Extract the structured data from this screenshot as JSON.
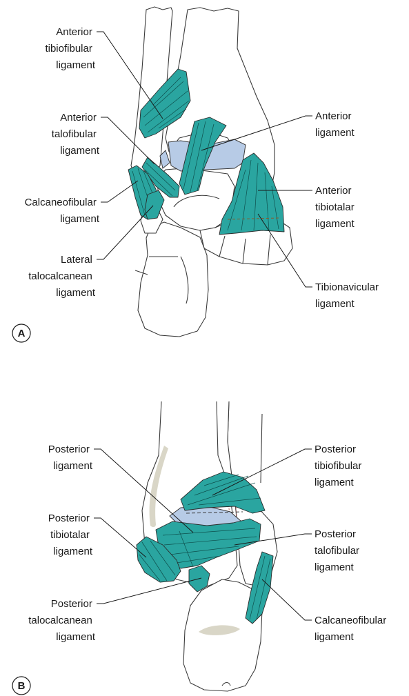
{
  "colors": {
    "ligament": "#2aa5a0",
    "cartilage": "#b7cbe6",
    "bone_fill": "#ffffff",
    "outline": "#3a3a3a"
  },
  "panel_a": {
    "letter": "A",
    "labels": {
      "anterior_tibiofibular": [
        "Anterior",
        "tibiofibular",
        "ligament"
      ],
      "anterior_talofibular": [
        "Anterior",
        "talofibular",
        "ligament"
      ],
      "calcaneofibular": [
        "Calcaneofibular",
        "ligament"
      ],
      "lateral_talocalcanean": [
        "Lateral",
        "talocalcanean",
        "ligament"
      ],
      "anterior_ligament": [
        "Anterior",
        "ligament"
      ],
      "anterior_tibiotalar": [
        "Anterior",
        "tibiotalar",
        "ligament"
      ],
      "tibionavicular": [
        "Tibionavicular",
        "ligament"
      ]
    }
  },
  "panel_b": {
    "letter": "B",
    "labels": {
      "posterior_ligament": [
        "Posterior",
        "ligament"
      ],
      "posterior_tibiotalar": [
        "Posterior",
        "tibiotalar",
        "ligament"
      ],
      "posterior_talocalcanean": [
        "Posterior",
        "talocalcanean",
        "ligament"
      ],
      "posterior_tibiofibular": [
        "Posterior",
        "tibiofibular",
        "ligament"
      ],
      "posterior_talofibular": [
        "Posterior",
        "talofibular",
        "ligament"
      ],
      "calcaneofibular": [
        "Calcaneofibular",
        "ligament"
      ]
    }
  }
}
